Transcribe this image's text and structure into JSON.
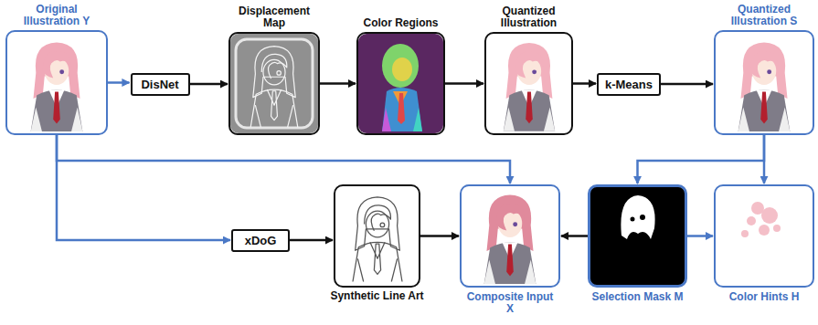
{
  "diagram": {
    "nodes": [
      {
        "text": [
          "Original Illustration Y"
        ]
      },
      {
        "text": [
          "DisNet"
        ]
      },
      {
        "text": [
          "Displacement Map"
        ]
      },
      {
        "text": [
          "Color Regions"
        ]
      },
      {
        "text": [
          "Quantized Illustration"
        ]
      },
      {
        "text": [
          "k-Means"
        ]
      },
      {
        "text": [
          "Quantized Illustration S"
        ]
      },
      {
        "text": [
          "xDoG"
        ]
      },
      {
        "text": [
          "Synthetic Line Art"
        ]
      },
      {
        "text": [
          "Composite Input X"
        ]
      },
      {
        "text": [
          "Selection Mask M"
        ]
      },
      {
        "text": [
          "Color Hints H"
        ]
      }
    ],
    "edges": [
      {
        "from": 0,
        "to": 1,
        "arrow": "to"
      },
      {
        "from": 1,
        "to": 2,
        "arrow": "to"
      },
      {
        "from": 2,
        "to": 3,
        "arrow": "to"
      },
      {
        "from": 3,
        "to": 4,
        "arrow": "to"
      },
      {
        "from": 4,
        "to": 5,
        "arrow": "to"
      },
      {
        "from": 5,
        "to": 6,
        "arrow": "to"
      },
      {
        "from": 0,
        "to": 9,
        "arrow": "to"
      },
      {
        "from": 0,
        "to": 7,
        "arrow": "to"
      },
      {
        "from": 7,
        "to": 8,
        "arrow": "to"
      },
      {
        "from": 8,
        "to": 9,
        "arrow": "to"
      },
      {
        "from": 6,
        "to": 10,
        "arrow": "to"
      },
      {
        "from": 6,
        "to": 11,
        "arrow": "to"
      },
      {
        "from": 10,
        "to": 9,
        "arrow": "to"
      },
      {
        "from": 10,
        "to": 11,
        "arrow": "to"
      }
    ]
  }
}
